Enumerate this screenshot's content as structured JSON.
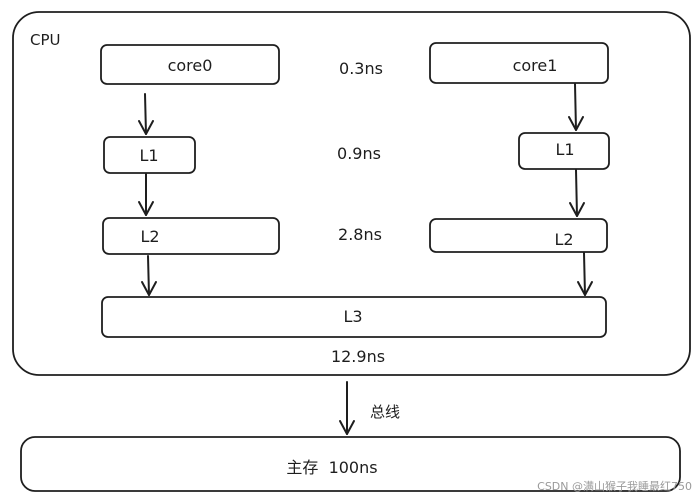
{
  "cpu_label": "CPU",
  "left": {
    "core": "core0",
    "l1": "L1",
    "l2": "L2"
  },
  "right": {
    "core": "core1",
    "l1": "L1",
    "l2": "L2"
  },
  "shared_cache": "L3",
  "latencies": {
    "core": "0.3ns",
    "l1": "0.9ns",
    "l2": "2.8ns",
    "l3": "12.9ns"
  },
  "bus_label": "总线",
  "memory_label": "主存  100ns",
  "watermark": "CSDN @满山猴子我睡最红750"
}
